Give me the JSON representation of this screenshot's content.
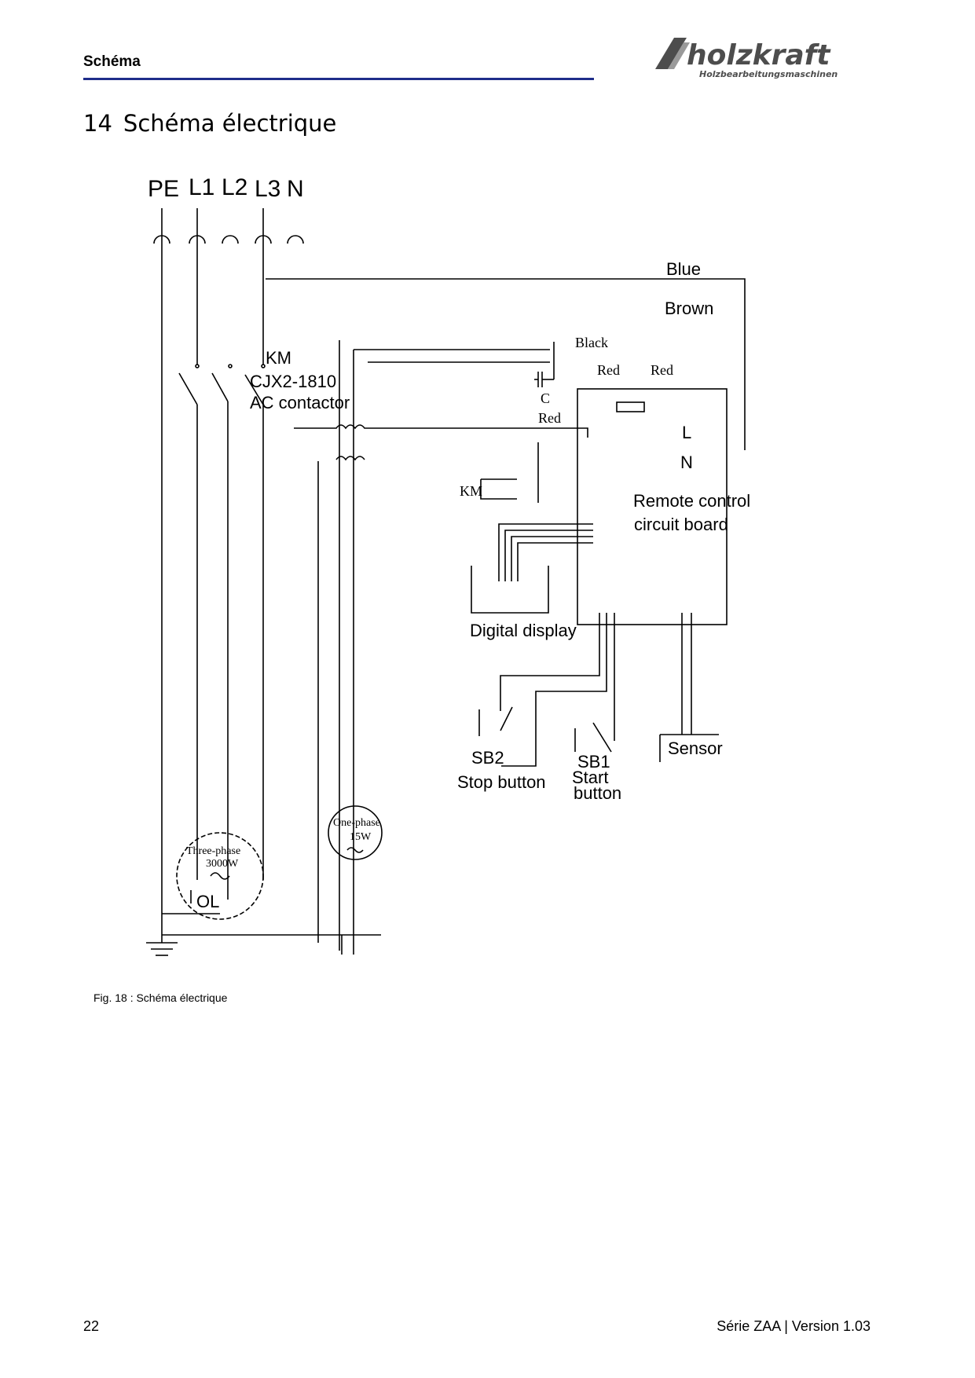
{
  "header": {
    "section": "Schéma",
    "brand": "holzkraft",
    "brand_tagline": "Holzbearbeitungsmaschinen"
  },
  "section": {
    "number": "14",
    "title": "Schéma électrique"
  },
  "diagram": {
    "terminals": [
      "PE",
      "L1",
      "L2",
      "L3",
      "N"
    ],
    "wire_colors": {
      "blue": "Blue",
      "brown": "Brown",
      "black": "Black",
      "red1": "Red",
      "red2": "Red",
      "red3": "Red"
    },
    "capacitor": "C",
    "contactor": {
      "code": "KM",
      "model": "CJX2-1810",
      "type": "AC contactor"
    },
    "coil_label": "KM",
    "board": {
      "line1": "Remote control",
      "line2": "circuit board",
      "l_label": "L",
      "n_label": "N"
    },
    "digital_display": "Digital display",
    "motor_main": {
      "line1": "Three-phase",
      "line2": "3000W",
      "overload": "OL"
    },
    "motor_small": {
      "line1": "One-phase",
      "line2": "15W"
    },
    "stop": {
      "code": "SB2",
      "label": "Stop button"
    },
    "start": {
      "code": "SB1",
      "line1": "Start",
      "line2": "button"
    },
    "sensor": "Sensor"
  },
  "caption": "Fig. 18 : Schéma électrique",
  "footer": {
    "page": "22",
    "version": "Série ZAA | Version 1.03"
  }
}
